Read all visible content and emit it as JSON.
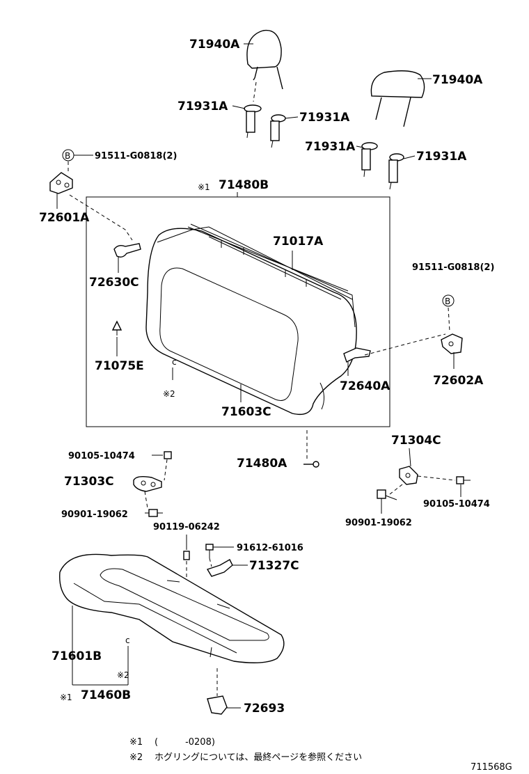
{
  "labels": {
    "headrest_left": "71940A",
    "headrest_right": "71940A",
    "support_1": "71931A",
    "support_2": "71931A",
    "support_3": "71931A",
    "support_4": "71931A",
    "bolt_left": "91511-G0818(2)",
    "bolt_right": "91511-G0818(2)",
    "circle_b": "B",
    "hinge_left": "72601A",
    "hinge_right": "72602A",
    "back_assy_mark": "※1",
    "back_assy": "71480B",
    "back_frame": "71017A",
    "lock_left": "72630C",
    "lock_right": "72640A",
    "clip": "71075E",
    "hogring_mark": "※2",
    "back_cover": "71603C",
    "back_bolt": "71480A",
    "bracket_left": "71303C",
    "bracket_right": "71304C",
    "screw_left": "90105-10474",
    "screw_right": "90105-10474",
    "bolt_small_left": "90901-19062",
    "bolt_small_right": "90901-19062",
    "pin": "90119-06242",
    "screw_mid": "91612-61016",
    "hook": "71327C",
    "cushion_cover": "71601B",
    "cushion_hogring_mark": "※2",
    "cushion_assy_mark": "※1",
    "cushion_assy": "71460B",
    "stopper": "72693"
  },
  "notes": {
    "note1_mark": "※1",
    "note1_text": "(　　　-0208)",
    "note2_mark": "※2",
    "note2_text": "ホグリングについては、最終ページを参照ください"
  },
  "figure_id": "711568G"
}
